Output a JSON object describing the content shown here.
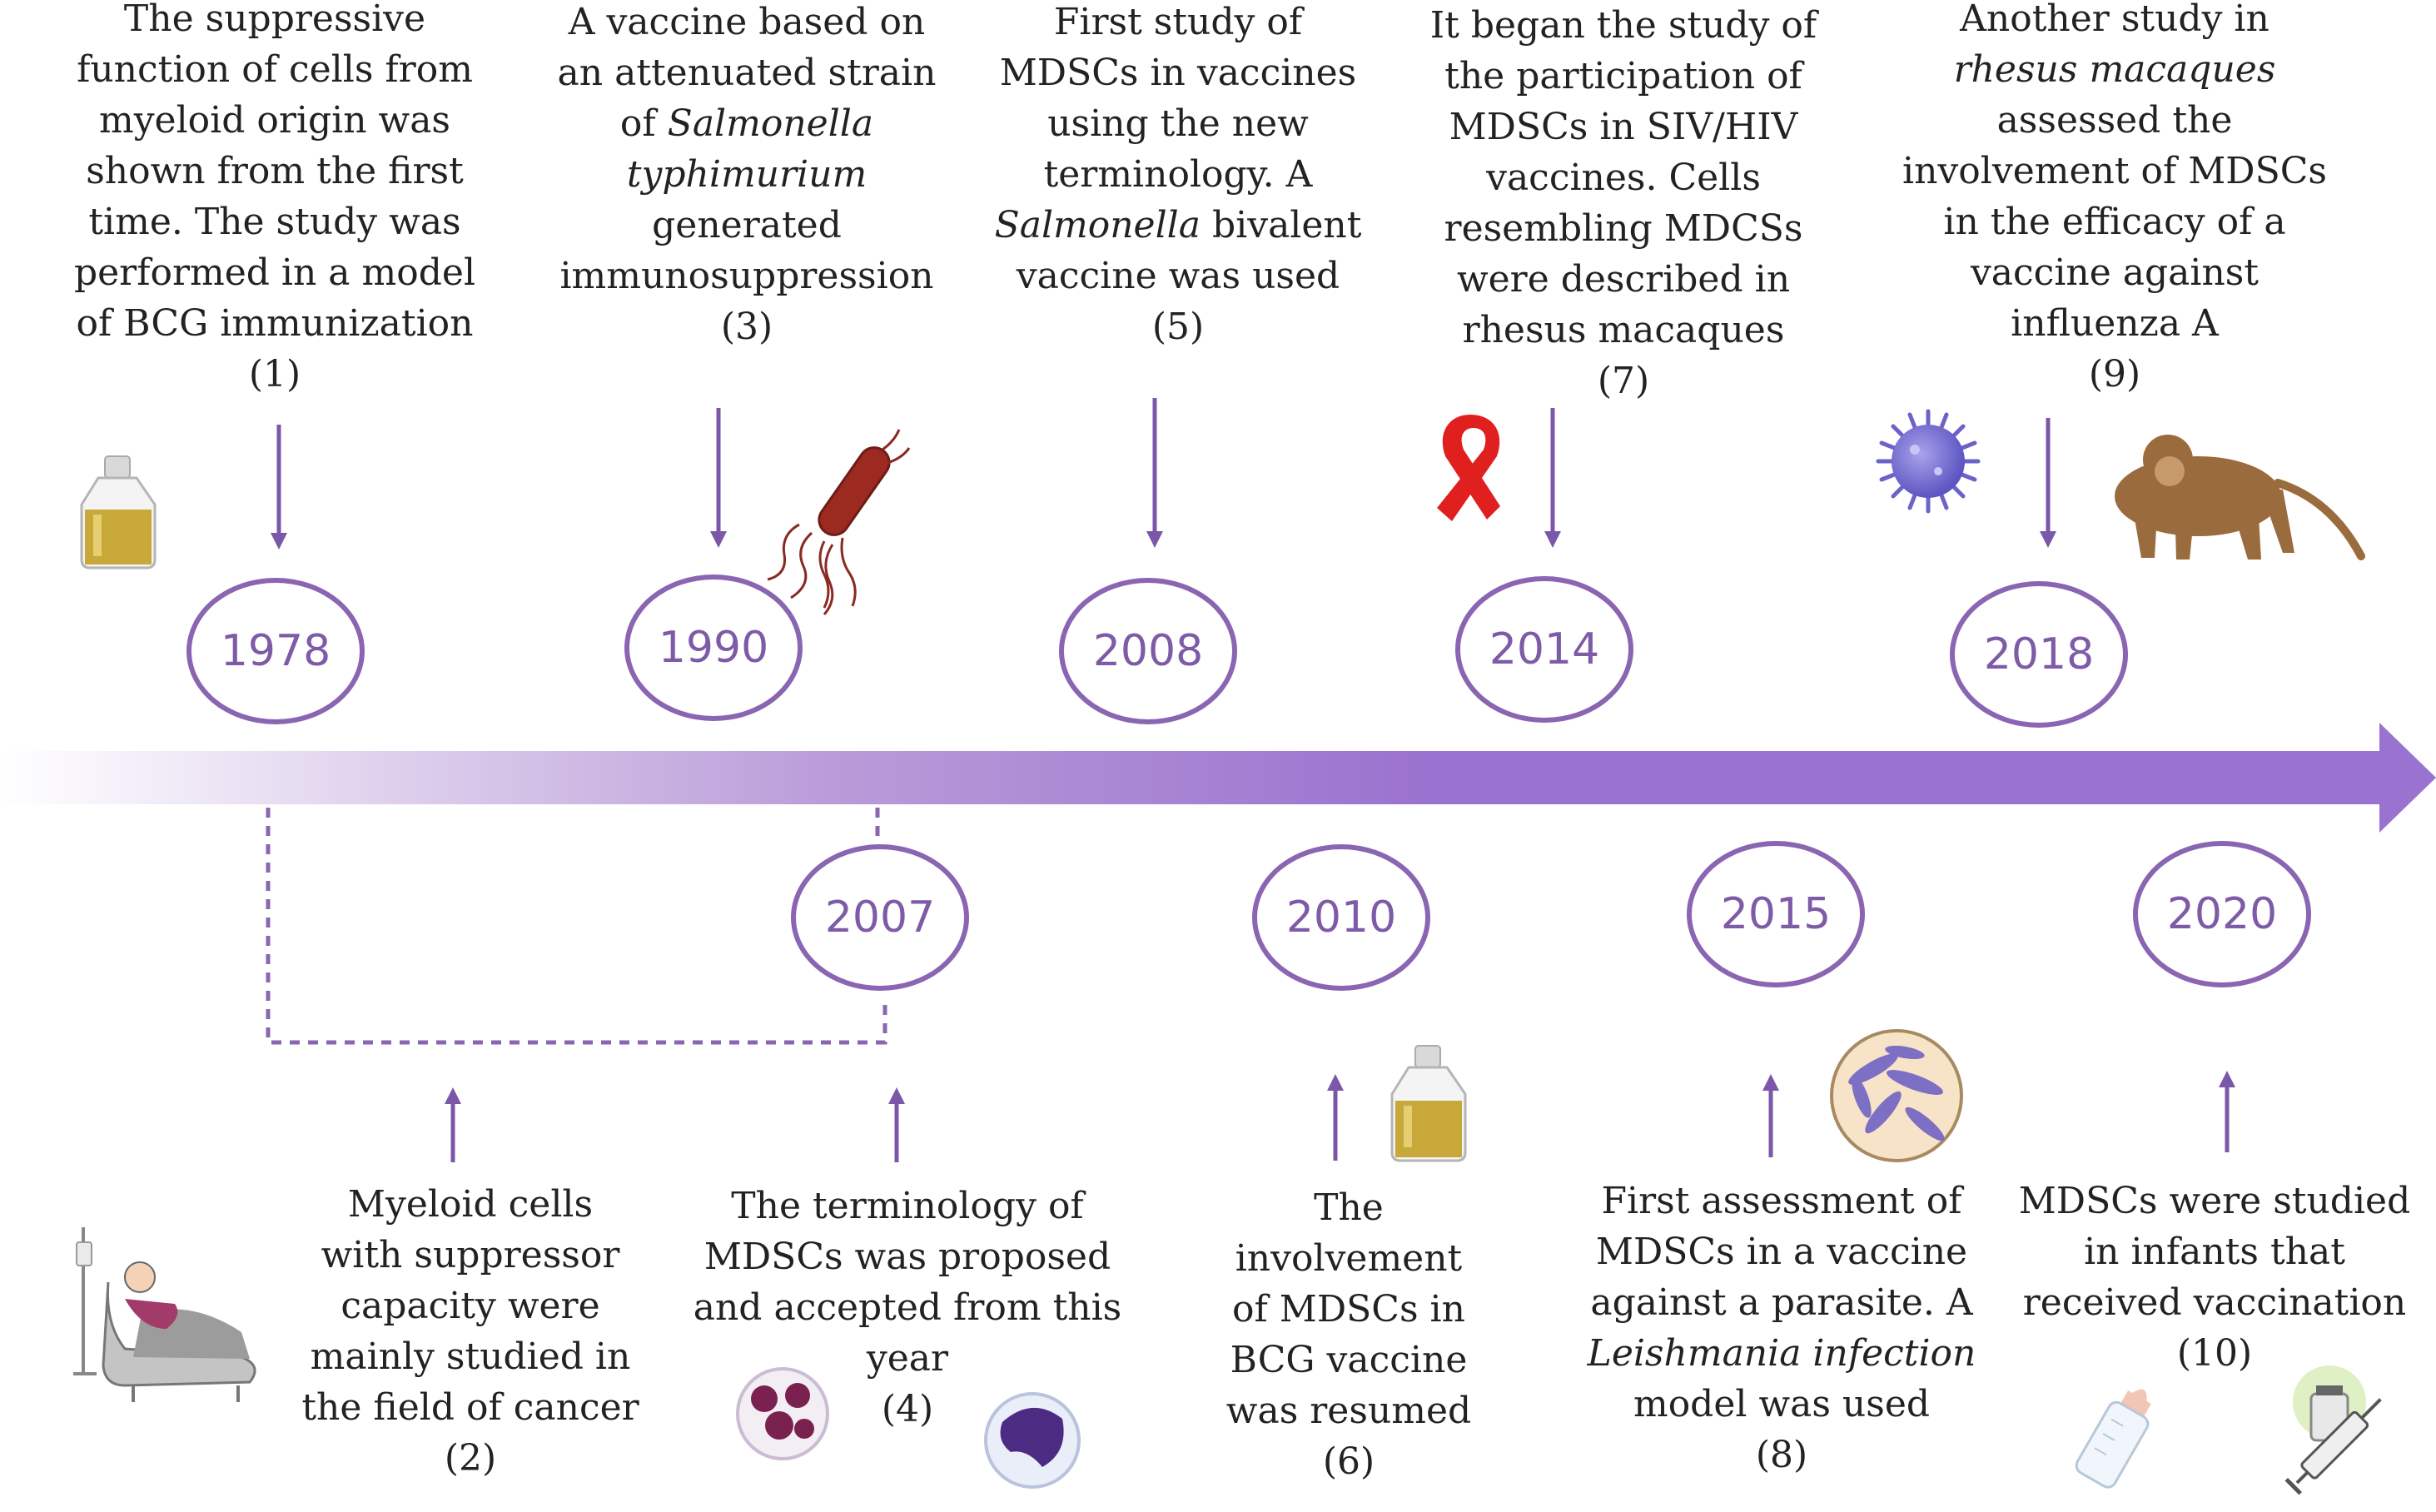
{
  "years": [
    "1978",
    "1990",
    "2008",
    "2014",
    "2018",
    "2007",
    "2010",
    "2015",
    "2020"
  ],
  "events": {
    "e1978": {
      "lines": [
        "The suppressive",
        "function of cells from",
        "myeloid origin was",
        "shown from the first",
        "time. The study was",
        "performed in a model",
        "of BCG  immunization"
      ],
      "ref": "(1)"
    },
    "e1990": {
      "lines": [
        "A vaccine based on",
        "an attenuated strain",
        "of Salmonella",
        "typhimurium",
        "generated",
        "immunosuppression"
      ],
      "italic": [
        "Salmonella",
        "typhimurium"
      ],
      "ref": "(3)"
    },
    "e2008": {
      "lines": [
        "First study of",
        "MDSCs in vaccines",
        "using the new",
        "terminology. A",
        "Salmonella bivalent",
        "vaccine was used"
      ],
      "italic": [
        "Salmonella"
      ],
      "ref": "(5)"
    },
    "e2014": {
      "lines": [
        "It began the study of",
        "the participation of",
        "MDSCs in SIV/HIV",
        "vaccines. Cells",
        "resembling MDCSs",
        "were described in",
        "rhesus macaques"
      ],
      "ref": "(7)"
    },
    "e2018": {
      "lines": [
        "Another study in",
        "rhesus macaques",
        "assessed the",
        "involvement of MDSCs",
        "in the efficacy of a",
        "vaccine against",
        "influenza A"
      ],
      "italic": [
        "rhesus macaques"
      ],
      "ref": "(9)"
    },
    "e2007a": {
      "lines": [
        "Myeloid  cells",
        "with suppressor",
        "capacity were",
        "mainly studied in",
        "the field of cancer"
      ],
      "ref": "(2)"
    },
    "e2007b": {
      "lines": [
        "The terminology of",
        "MDSCs was proposed",
        "and accepted from this",
        "year"
      ],
      "ref": "(4)"
    },
    "e2010": {
      "lines": [
        "The",
        "involvement",
        "of MDSCs in",
        "BCG vaccine",
        "was resumed"
      ],
      "ref": "(6)"
    },
    "e2015": {
      "lines": [
        "First assessment of",
        "MDSCs in a vaccine",
        "against a parasite. A",
        "Leishmania infection",
        "model was used"
      ],
      "italic": [
        "Leishmania"
      ],
      "ref": "(8)"
    },
    "e2020": {
      "lines": [
        "MDSCs were studied",
        "in infants that",
        "received vaccination"
      ],
      "ref": "(10)"
    }
  },
  "colors": {
    "accent": "#8a65b2",
    "arrow": "#7a57a8",
    "text": "#222222",
    "ribbon": "#e0201f",
    "virus": "#6b63c8",
    "vial": "#c9a83a"
  },
  "icons": [
    "vial-icon",
    "bacterium-icon",
    "red-ribbon-icon",
    "virus-icon",
    "monkey-icon",
    "patient-bed-icon",
    "neutrophil-icon",
    "monocyte-icon",
    "leishmania-icon",
    "baby-bottle-icon",
    "syringe-vial-icon"
  ]
}
